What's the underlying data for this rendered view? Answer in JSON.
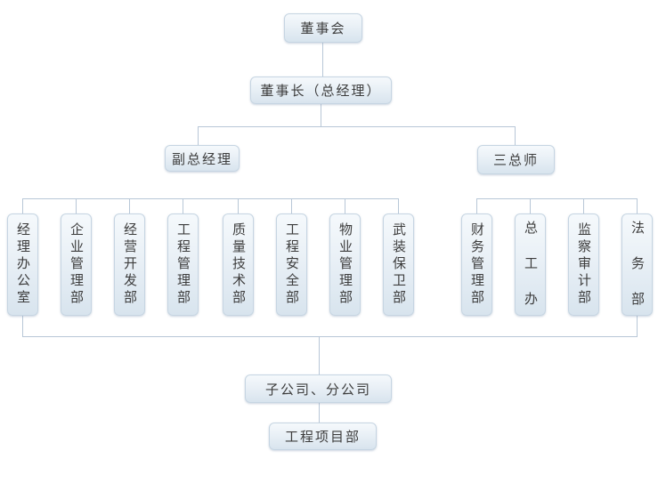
{
  "palette": {
    "background": "#ffffff",
    "box_fill_top": "#f5f9fc",
    "box_fill_bottom": "#d8e4ee",
    "box_border": "#c6d5e2",
    "connector": "#b8c7d7",
    "text": "#3d3d3d"
  },
  "org_chart": {
    "root": "董事会",
    "chairman": "董事长（总经理）",
    "deputy_gm": "副总经理",
    "three_chiefs": "三总师",
    "deputy_departments": [
      "经理办公室",
      "企业管理部",
      "经营开发部",
      "工程管理部",
      "质量技术部",
      "工程安全部",
      "物业管理部",
      "武装保卫部"
    ],
    "chief_departments": [
      "财务管理部",
      "总 工 办",
      "监察审计部",
      "法 务 部"
    ],
    "subsidiaries": "子公司、分公司",
    "project_department": "工程项目部"
  }
}
